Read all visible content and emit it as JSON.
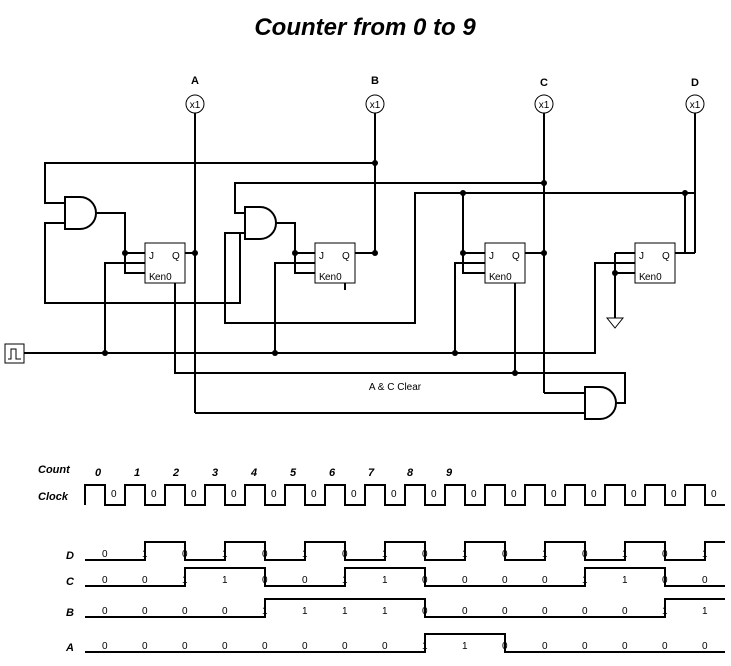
{
  "title": "Counter from 0 to 9",
  "probes": [
    {
      "name": "A",
      "label": "x1"
    },
    {
      "name": "B",
      "label": "x1"
    },
    {
      "name": "C",
      "label": "x1"
    },
    {
      "name": "D",
      "label": "x1"
    }
  ],
  "flipflop": {
    "j": "J",
    "k": "K",
    "q": "Q",
    "en": "en0"
  },
  "clear_label": "A & C Clear",
  "waveform": {
    "count_label": "Count",
    "clock_label": "Clock",
    "counts": [
      "0",
      "1",
      "2",
      "3",
      "4",
      "5",
      "6",
      "7",
      "8",
      "9"
    ],
    "clock_zero": "0",
    "signals": [
      {
        "name": "D",
        "bits": [
          0,
          1,
          0,
          1,
          0,
          1,
          0,
          1,
          0,
          1,
          0,
          1,
          0,
          1,
          0,
          1
        ],
        "labels": [
          "0",
          "1",
          "0",
          "1",
          "0",
          "1",
          "0",
          "1",
          "0",
          "1",
          "0",
          "1",
          "0",
          "1",
          "0",
          "1"
        ]
      },
      {
        "name": "C",
        "bits": [
          0,
          0,
          1,
          1,
          0,
          0,
          1,
          1,
          0,
          0,
          0,
          0,
          1,
          1,
          0,
          0
        ],
        "labels": [
          "0",
          "0",
          "1",
          "1",
          "0",
          "0",
          "1",
          "1",
          "0",
          "0",
          "0",
          "0",
          "1",
          "1",
          "0",
          "0"
        ]
      },
      {
        "name": "B",
        "bits": [
          0,
          0,
          0,
          0,
          1,
          1,
          1,
          1,
          0,
          0,
          0,
          0,
          0,
          0,
          1,
          1
        ],
        "labels": [
          "0",
          "0",
          "0",
          "0",
          "1",
          "1",
          "1",
          "1",
          "0",
          "0",
          "0",
          "0",
          "0",
          "0",
          "1",
          "1"
        ]
      },
      {
        "name": "A",
        "bits": [
          0,
          0,
          0,
          0,
          0,
          0,
          0,
          0,
          1,
          1,
          0,
          0,
          0,
          0,
          0,
          0
        ],
        "labels": [
          "0",
          "0",
          "0",
          "0",
          "0",
          "0",
          "0",
          "0",
          "1",
          "1",
          "0",
          "0",
          "0",
          "0",
          "0",
          "0"
        ]
      }
    ]
  }
}
